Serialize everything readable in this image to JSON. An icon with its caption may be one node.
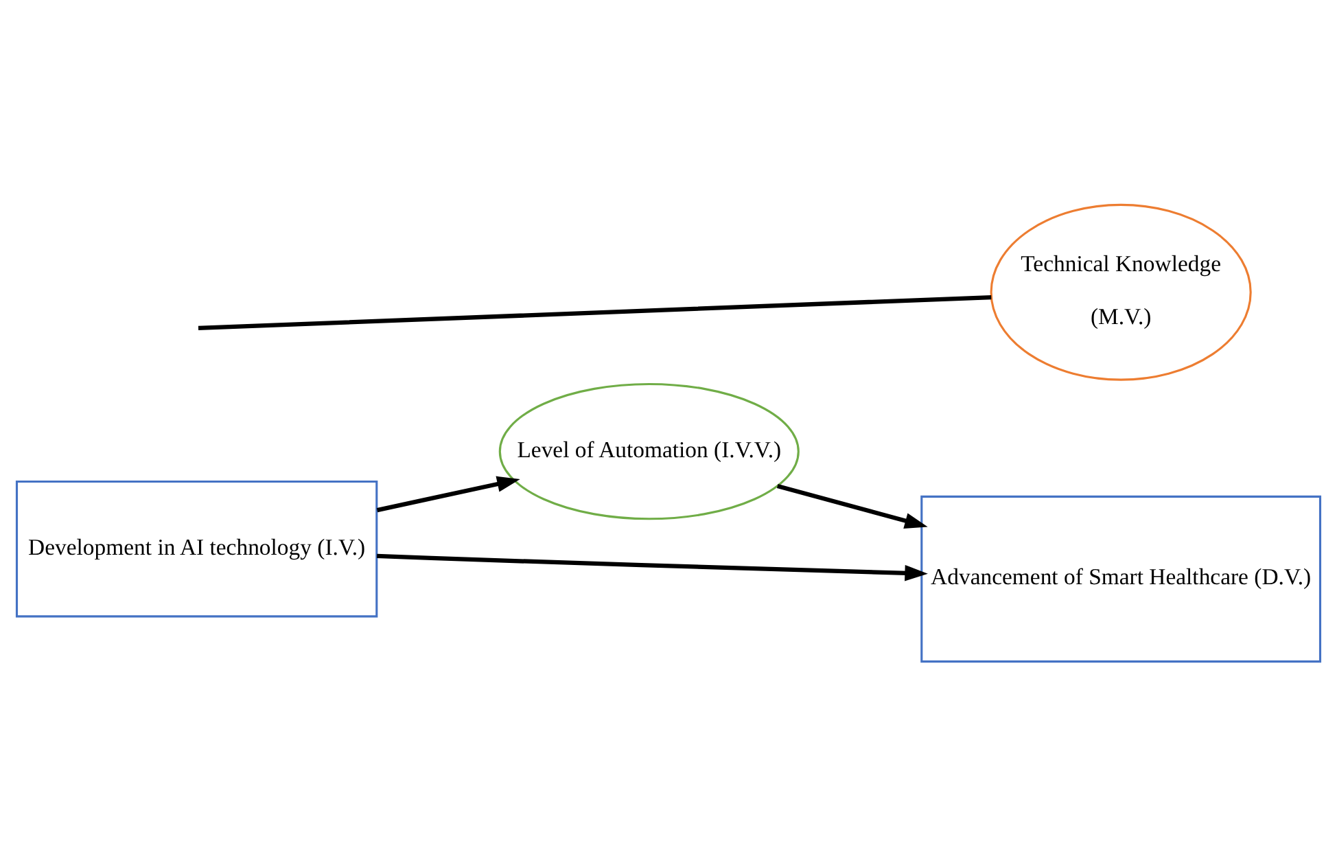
{
  "diagram": {
    "nodes": [
      {
        "text": [
          "Development in AI technology (I.V.)"
        ]
      },
      {
        "text": [
          "Level of Automation (I.V.V.)"
        ]
      },
      {
        "text": [
          "Advancement of Smart Healthcare (D.V.)"
        ]
      },
      {
        "text": [
          "Technical Knowledge",
          "(M.V.)"
        ]
      }
    ],
    "edges": [
      {
        "from": 0,
        "to": 1,
        "arrow": "to"
      },
      {
        "from": 1,
        "to": 2,
        "arrow": "to"
      },
      {
        "from": 0,
        "to": 2,
        "arrow": "to"
      },
      {
        "from": 3,
        "to": null,
        "arrow": "none"
      }
    ]
  }
}
